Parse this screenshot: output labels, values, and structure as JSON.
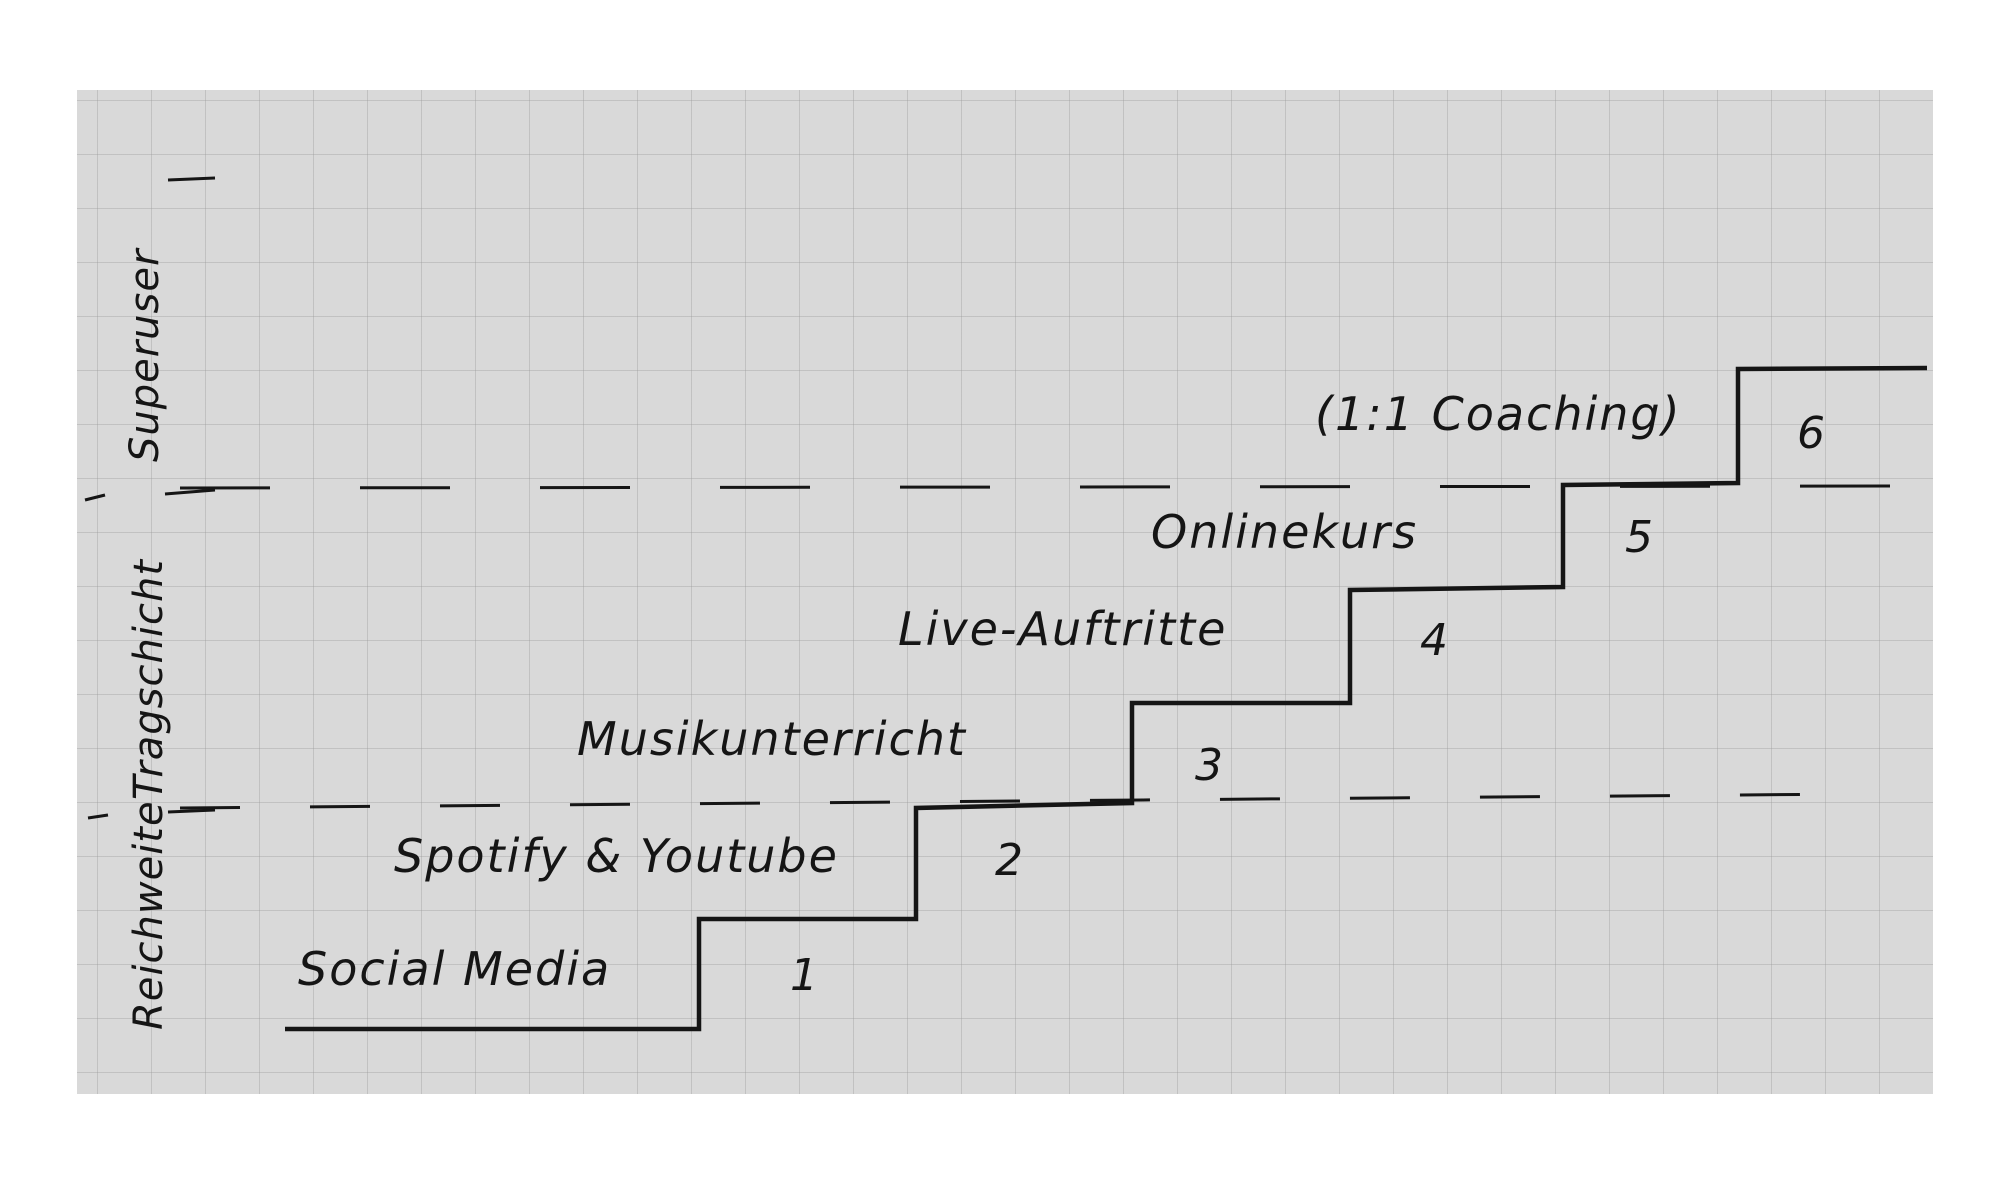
{
  "layers": [
    {
      "label": "Reichweite"
    },
    {
      "label": "Tragschicht"
    },
    {
      "label": "Superuser"
    }
  ],
  "steps": [
    {
      "number": "1",
      "label": "Social Media"
    },
    {
      "number": "2",
      "label": "Spotify & Youtube"
    },
    {
      "number": "3",
      "label": "Musikunterricht"
    },
    {
      "number": "4",
      "label": "Live-Auftritte"
    },
    {
      "number": "5",
      "label": "Onlinekurs"
    },
    {
      "number": "6",
      "label": "(1:1 Coaching)"
    }
  ],
  "colors": {
    "ink": "#151515",
    "paper": "#d9d9d9"
  }
}
